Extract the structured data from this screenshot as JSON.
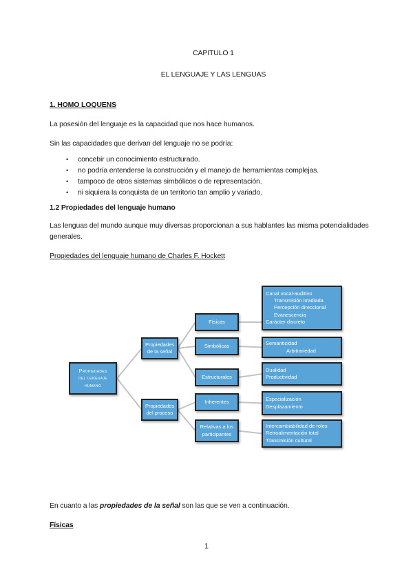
{
  "theme": {
    "box_fill": "#58a3d8",
    "box_border": "#212121",
    "connector": "#c3c3c3",
    "box_text": "#ffffff",
    "text": "#1a1a1a",
    "page_bg": "#ffffff"
  },
  "header": {
    "chapter": "CAPITULO 1",
    "title": "EL LENGUAJE Y LAS LENGUAS"
  },
  "section1": {
    "heading": "1. HOMO LOQUENS",
    "p1": "La posesión del lenguaje es la capacidad que nos hace humanos.",
    "p2": "Sin las capacidades que derivan del lenguaje no se podría:",
    "bullet_char": "•",
    "bullets": [
      "concebir un conocimiento estructurado.",
      "no podría entenderse la construcción y el manejo de herramientas complejas.",
      "tampoco de otros sistemas simbólicos o de representación.",
      "ni siquiera la conquista de un territorio tan amplio y variado."
    ]
  },
  "section12": {
    "heading": "1.2 Propiedades del lenguaje humano",
    "p1": "Las lenguas del mundo aunque muy diversas proporcionan a sus hablantes las misma potencialidades generales.",
    "subheading": "Propiedades del lenguaje humano de Charles F. Hockett"
  },
  "diagram": {
    "root_lines": [
      "Propiedades",
      "del lenguaje",
      "humano"
    ],
    "senal_lines": [
      "Propiedades",
      "de la señal"
    ],
    "proceso_lines": [
      "Propiedades",
      "del proceso"
    ],
    "fisicas": "Físicas",
    "simbolicas": "Simbólicas",
    "estructurales": "Estructurales",
    "inherentes": "Inherentes",
    "relativas_lines": [
      "Relativas a los",
      "participantes"
    ],
    "fisicas_props": [
      "Canal vocal-auditivo",
      "Transmisión irradiada",
      "Percepción direccional",
      "Evanescencia",
      "Carácter discreto"
    ],
    "simbolicas_props": [
      "Semanticidad",
      "Arbitrariedad"
    ],
    "estructurales_props": [
      "Dualidad",
      "Productividad"
    ],
    "inherentes_props": [
      "Especialización",
      "Desplazamiento"
    ],
    "relativas_props": [
      "Intercambiabilidad de roles",
      "Retroalimentación total",
      "Transmisión cultural"
    ]
  },
  "closing": {
    "prefix": "En cuanto a las ",
    "emphasis": "propiedades de la señal",
    "suffix": " son las que se ven a continuación."
  },
  "fisicas_heading": "Físicas",
  "footer": {
    "page_number": "1"
  }
}
